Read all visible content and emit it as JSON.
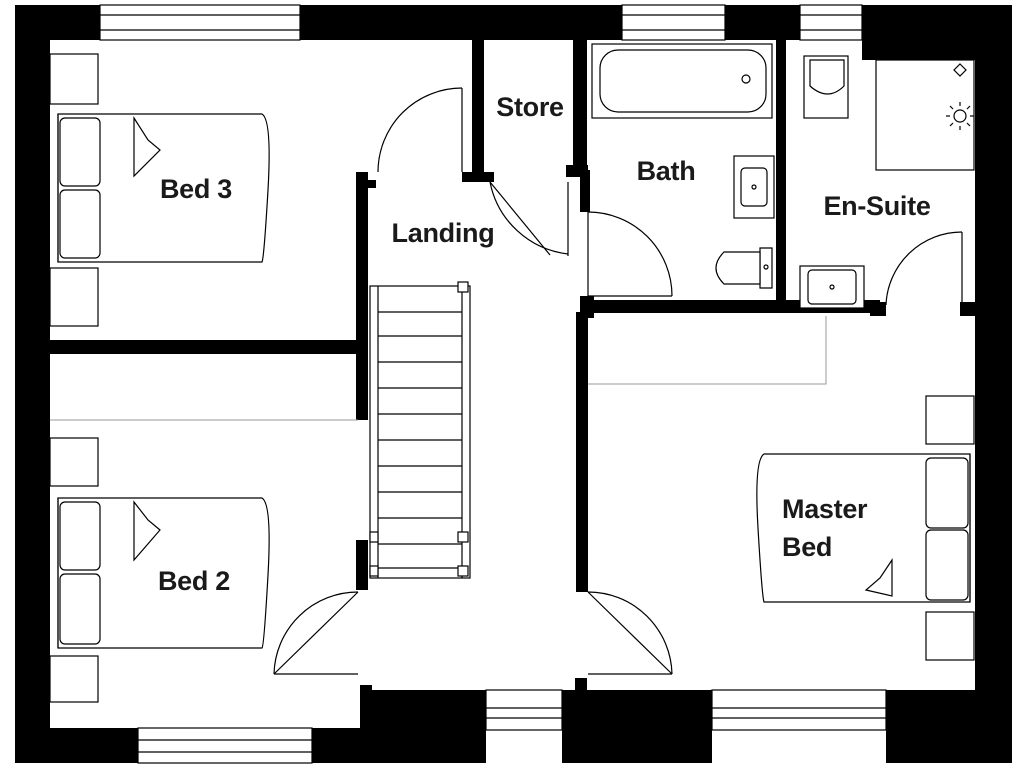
{
  "floor_plan": {
    "rooms": {
      "bed3": "Bed 3",
      "store": "Store",
      "bath": "Bath",
      "en_suite": "En-Suite",
      "landing": "Landing",
      "bed2": "Bed 2",
      "master_bed_line1": "Master",
      "master_bed_line2": "Bed"
    }
  }
}
